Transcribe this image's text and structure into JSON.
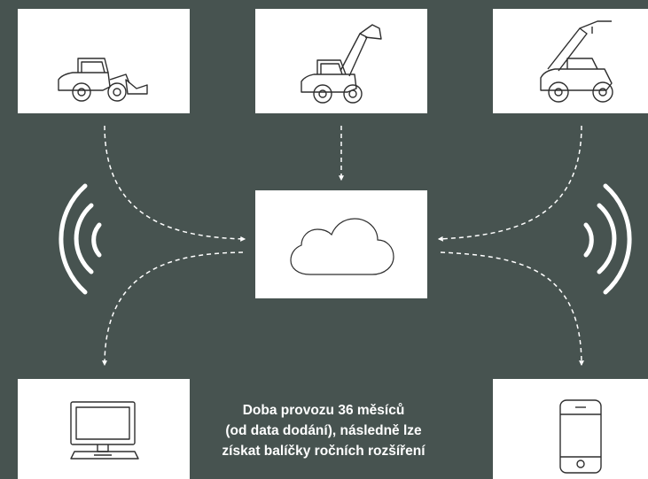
{
  "colors": {
    "background": "#475350",
    "card": "#ffffff",
    "line": "#ffffff",
    "icon_stroke": "#2f2f2f"
  },
  "machines": [
    {
      "icon": "wheel-loader-icon"
    },
    {
      "icon": "telescopic-wheel-loader-icon"
    },
    {
      "icon": "telehandler-icon"
    }
  ],
  "hub": {
    "icon": "cloud-icon"
  },
  "receivers": [
    {
      "icon": "desktop-computer-icon"
    },
    {
      "icon": "smartphone-icon"
    }
  ],
  "signals": [
    "wireless-signal-left-icon",
    "wireless-signal-right-icon"
  ],
  "caption": {
    "line1": "Doba provozu 36 měsíců",
    "line2": "(od data dodání), následně lze",
    "line3": "získat balíčky ročních rozšíření"
  }
}
